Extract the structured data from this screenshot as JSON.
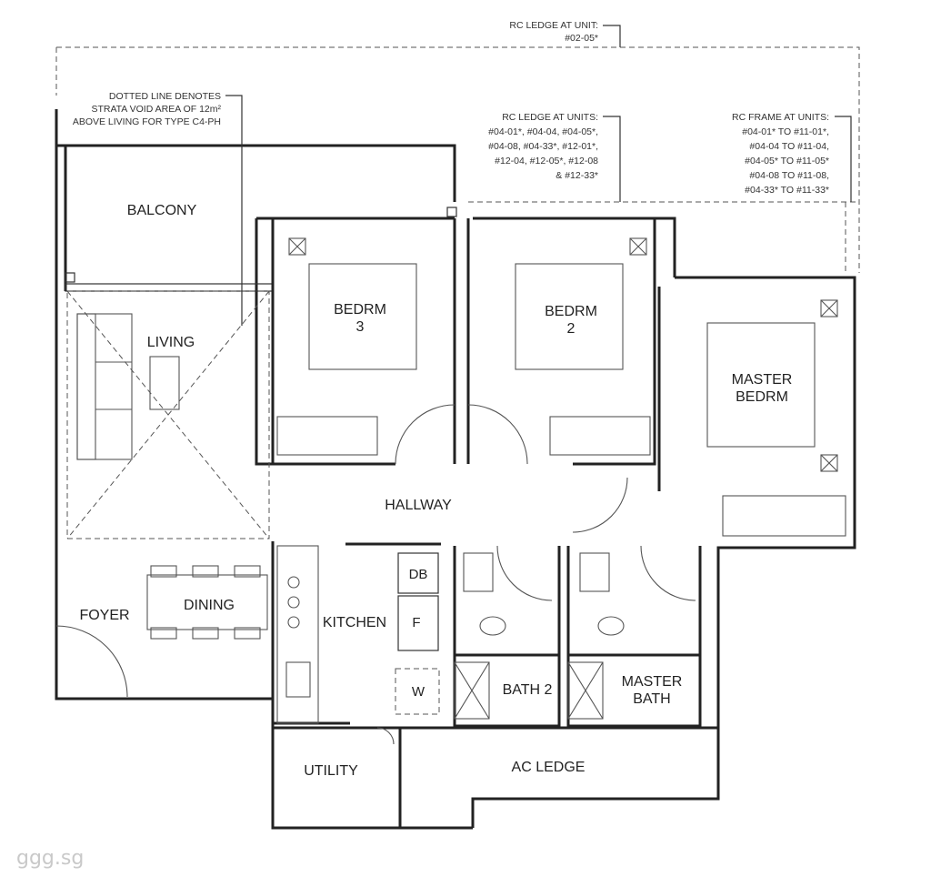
{
  "rooms": {
    "balcony": "BALCONY",
    "living": "LIVING",
    "bedrm3_line1": "BEDRM",
    "bedrm3_line2": "3",
    "bedrm2_line1": "BEDRM",
    "bedrm2_line2": "2",
    "master_line1": "MASTER",
    "master_line2": "BEDRM",
    "hallway": "HALLWAY",
    "foyer": "FOYER",
    "dining": "DINING",
    "kitchen": "KITCHEN",
    "db": "DB",
    "fridge": "F",
    "washer": "W",
    "bath2": "BATH 2",
    "master_bath_line1": "MASTER",
    "master_bath_line2": "BATH",
    "utility": "UTILITY",
    "ac_ledge": "AC LEDGE"
  },
  "notes": {
    "rc_ledge_unit": [
      "RC LEDGE AT UNIT:",
      "#02-05*"
    ],
    "dotted_line": [
      "DOTTED LINE DENOTES",
      "STRATA VOID AREA OF 12m²",
      "ABOVE LIVING FOR TYPE C4-PH"
    ],
    "rc_ledge_units": [
      "RC LEDGE AT UNITS:",
      "#04-01*, #04-04, #04-05*,",
      "#04-08, #04-33*, #12-01*,",
      "#12-04, #12-05*, #12-08",
      "& #12-33*"
    ],
    "rc_frame_units": [
      "RC FRAME AT UNITS:",
      "#04-01* TO #11-01*,",
      "#04-04 TO #11-04,",
      "#04-05* TO #11-05*",
      "#04-08 TO #11-08,",
      "#04-33* TO #11-33*"
    ]
  },
  "watermark": "ggg.sg"
}
